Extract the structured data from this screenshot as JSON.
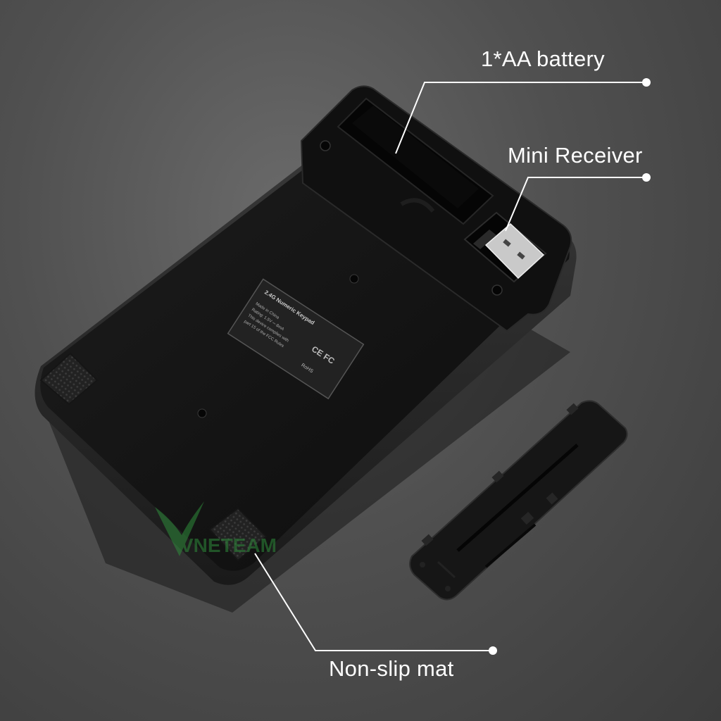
{
  "callouts": {
    "battery": "1*AA battery",
    "receiver": "Mini Receiver",
    "mat": "Non-slip mat"
  },
  "sticker": {
    "title": "2.4G Numeric Keypad",
    "lines": [
      "Made in China",
      "Rating: 1.5V ⎓ 8mA",
      "This device complies with",
      "part 15 of the FCC Rules"
    ],
    "marks": "CE FC",
    "rohs": "RoHS"
  },
  "watermark": "VNETEAM",
  "colors": {
    "background": "#4a4a4a",
    "device_body": "#141414",
    "callout_line": "#ffffff",
    "watermark_green": "#2e8b3a",
    "watermark_red": "#c0392b"
  }
}
